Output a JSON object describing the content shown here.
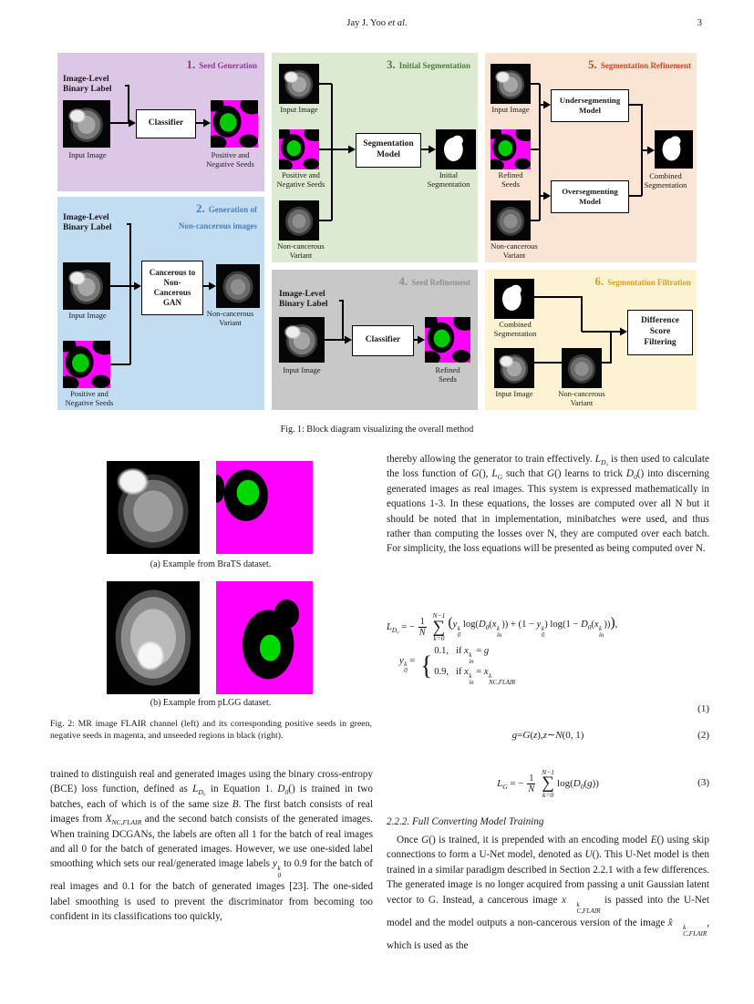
{
  "header": {
    "authors": "Jay J. Yoo ",
    "authors_suffix": "et al.",
    "page_number": "3"
  },
  "colors": {
    "panel1_bg": "#dcc8e6",
    "panel1_title": "#8e3a98",
    "panel2_bg": "#c2ddf2",
    "panel2_title": "#4a7fc1",
    "panel3_bg": "#dcead2",
    "panel3_title": "#4e7d3c",
    "panel4_bg": "#c8c8c8",
    "panel4_title": "#8f8f8f",
    "panel5_bg": "#fae4d4",
    "panel5_title": "#c74a22",
    "panel6_bg": "#fdf3d3",
    "panel6_title": "#d5a021",
    "seeds_negative": "#ff00ff",
    "seeds_positive": "#00cc00"
  },
  "fig1": {
    "caption": "Fig. 1: Block diagram visualizing the overall method",
    "p1": {
      "num": "1.",
      "title": "Seed Generation",
      "binary_label": "Image-Level\nBinary Label",
      "input_label": "Input Image",
      "box": "Classifier",
      "output_label": "Positive and\nNegative Seeds"
    },
    "p2": {
      "num": "2.",
      "title": "Generation of\nNon-cancerous images",
      "binary_label": "Image-Level\nBinary Label",
      "input_label": "Input Image",
      "seeds_label": "Positive and\nNegative Seeds",
      "box": "Cancerous to\nNon-\nCancerous\nGAN",
      "output_label": "Non-cancerous\nVariant"
    },
    "p3": {
      "num": "3.",
      "title": "Initial Segmentation",
      "input_label": "Input Image",
      "seeds_label": "Positive and\nNegative Seeds",
      "variant_label": "Non-cancerous\nVariant",
      "box": "Segmentation\nModel",
      "output_label": "Initial\nSegmentation"
    },
    "p4": {
      "num": "4.",
      "title": "Seed Refinement",
      "binary_label": "Image-Level\nBinary Label",
      "input_label": "Input Image",
      "box": "Classifier",
      "output_label": "Refined\nSeeds"
    },
    "p5": {
      "num": "5.",
      "title": "Segmentation Refinement",
      "input_label": "Input Image",
      "seeds_label": "Refined\nSeeds",
      "variant_label": "Non-cancerous\nVariant",
      "box1": "Undersegmenting\nModel",
      "box2": "Oversegmenting\nModel",
      "output_label": "Combined\nSegmentation"
    },
    "p6": {
      "num": "6.",
      "title": "Segmentation Filtration",
      "mask_label": "Combined\nSegmentation",
      "input_label": "Input Image",
      "variant_label": "Non-cancerous\nVariant",
      "box": "Difference\nScore\nFiltering"
    }
  },
  "fig2": {
    "caption_a": "(a) Example from BraTS dataset.",
    "caption_b": "(b) Example from pLGG dataset.",
    "caption": "Fig. 2: MR image FLAIR channel (left) and its corresponding positive seeds in green, negative seeds in magenta, and unseeded regions in black (right)."
  },
  "left_col": {
    "para": [
      [
        "n",
        "trained to distinguish real and generated images using the binary cross-entropy (BCE) loss function, defined as "
      ],
      [
        "i",
        "L"
      ],
      [
        "sub",
        "D₀"
      ],
      [
        "n",
        " in Equation 1. "
      ],
      [
        "i",
        "D"
      ],
      [
        "sub",
        "0"
      ],
      [
        "n",
        "() is trained in two batches, each of which is of the same size "
      ],
      [
        "i",
        "B"
      ],
      [
        "n",
        ". The first batch consists of real images from "
      ],
      [
        "i",
        "X"
      ],
      [
        "sub",
        "NC,FLAIR"
      ],
      [
        "n",
        " and the second batch consists of the generated images. When training DCGANs, the labels are often all 1 for the batch of real images and all 0 for the batch of generated images. However, we use one-sided label smoothing which sets our real/generated image labels "
      ],
      [
        "i",
        "y"
      ],
      [
        "ss",
        "k|0"
      ],
      [
        "n",
        " to 0.9 for the batch of real images and 0.1 for the batch of generated images [23]. The one-sided label smoothing is used to prevent the discriminator from becoming too confident in its classifications too quickly,"
      ]
    ]
  },
  "right_col": {
    "para1": [
      [
        "n",
        "thereby allowing the generator to train effectively. "
      ],
      [
        "i",
        "L"
      ],
      [
        "sub",
        "D₀"
      ],
      [
        "n",
        " is then used to calculate the loss function of "
      ],
      [
        "i",
        "G"
      ],
      [
        "n",
        "(), "
      ],
      [
        "i",
        "L"
      ],
      [
        "sub",
        "G"
      ],
      [
        "n",
        " such that "
      ],
      [
        "i",
        "G"
      ],
      [
        "n",
        "() learns to trick "
      ],
      [
        "i",
        "D"
      ],
      [
        "sub",
        "0"
      ],
      [
        "n",
        "() into discerning generated images as real images. This system is expressed mathematically in equations 1-3. In these equations, the losses are computed over all N but it should be noted that in implementation, minibatches were used, and thus rather than computing the losses over N, they are computed over each batch. For simplicity, the loss equations will be presented as being computed over N."
      ]
    ],
    "section_heading": "2.2.2. Full Converting Model Training",
    "para2": [
      [
        "n",
        "Once "
      ],
      [
        "i",
        "G"
      ],
      [
        "n",
        "() is trained, it is prepended with an encoding model "
      ],
      [
        "i",
        "E"
      ],
      [
        "n",
        "() using skip connections to form a U-Net model, denoted as "
      ],
      [
        "i",
        "U"
      ],
      [
        "n",
        "(). This U-Net model is then trained in a similar paradigm described in Section 2.2.1 with a few differences. The generated image is no longer acquired from passing a unit Gaussian latent vector to G. Instead, a cancerous image "
      ],
      [
        "i",
        "x"
      ],
      [
        "ss",
        "k|C,FLAIR"
      ],
      [
        "n",
        " is passed into the U-Net model and the model outputs a non-cancerous version of the image "
      ],
      [
        "i",
        "x̂"
      ],
      [
        "ss",
        "k|C,FLAIR"
      ],
      [
        "n",
        ", which is used as the"
      ]
    ]
  },
  "equations": {
    "eq1": {
      "lhs": [
        [
          "i",
          "L"
        ],
        [
          "sub",
          "D₀"
        ],
        [
          "n",
          " = −"
        ]
      ],
      "frac_num": "1",
      "frac_den": "N",
      "sum_top": "N−1",
      "sum_bot": "k=0",
      "sigma": "∑",
      "body": [
        [
          "big",
          "("
        ],
        [
          "i",
          "y"
        ],
        [
          "ss",
          "k|0"
        ],
        [
          "n",
          " log("
        ],
        [
          "i",
          "D"
        ],
        [
          "sub",
          "0"
        ],
        [
          "n",
          "("
        ],
        [
          "i",
          "x"
        ],
        [
          "ss",
          "k|in"
        ],
        [
          "n",
          ")) + (1 − "
        ],
        [
          "i",
          "y"
        ],
        [
          "ss",
          "k|0"
        ],
        [
          "n",
          ") log(1 − "
        ],
        [
          "i",
          "D"
        ],
        [
          "sub",
          "0"
        ],
        [
          "n",
          "("
        ],
        [
          "i",
          "x"
        ],
        [
          "ss",
          "k|in"
        ],
        [
          "n",
          "))"
        ],
        [
          "big",
          ")"
        ],
        [
          "n",
          ","
        ]
      ],
      "number": "(1)"
    },
    "eq1_cases": {
      "lhs": [
        [
          "i",
          "y"
        ],
        [
          "ss",
          "k|0"
        ],
        [
          "n",
          " ="
        ]
      ],
      "brace": "{",
      "case1": [
        [
          "n",
          "0.1,  if "
        ],
        [
          "i",
          "x"
        ],
        [
          "ss",
          "k|in"
        ],
        [
          "n",
          " = "
        ],
        [
          "i",
          "g"
        ]
      ],
      "case2": [
        [
          "n",
          "0.9,  if "
        ],
        [
          "i",
          "x"
        ],
        [
          "ss",
          "k|in"
        ],
        [
          "n",
          " = "
        ],
        [
          "i",
          "x"
        ],
        [
          "ss",
          "k|NC,FLAIR"
        ]
      ]
    },
    "eq2": {
      "body": [
        [
          "i",
          "g"
        ],
        [
          "n",
          " = "
        ],
        [
          "i",
          "G"
        ],
        [
          "n",
          "("
        ],
        [
          "i",
          "z"
        ],
        [
          "n",
          "), "
        ],
        [
          "i",
          "z"
        ],
        [
          "n",
          " ∼ "
        ],
        [
          "i",
          "N"
        ],
        [
          "n",
          "(0, 1)"
        ]
      ],
      "number": "(2)"
    },
    "eq3": {
      "lhs": [
        [
          "i",
          "L"
        ],
        [
          "sub",
          "G"
        ],
        [
          "n",
          " = −"
        ]
      ],
      "frac_num": "1",
      "frac_den": "N",
      "sum_top": "N−1",
      "sum_bot": "k=0",
      "sigma": "∑",
      "body": [
        [
          "n",
          " log("
        ],
        [
          "i",
          "D"
        ],
        [
          "sub",
          "0"
        ],
        [
          "n",
          "("
        ],
        [
          "i",
          "g"
        ],
        [
          "n",
          "))"
        ]
      ],
      "number": "(3)"
    }
  }
}
